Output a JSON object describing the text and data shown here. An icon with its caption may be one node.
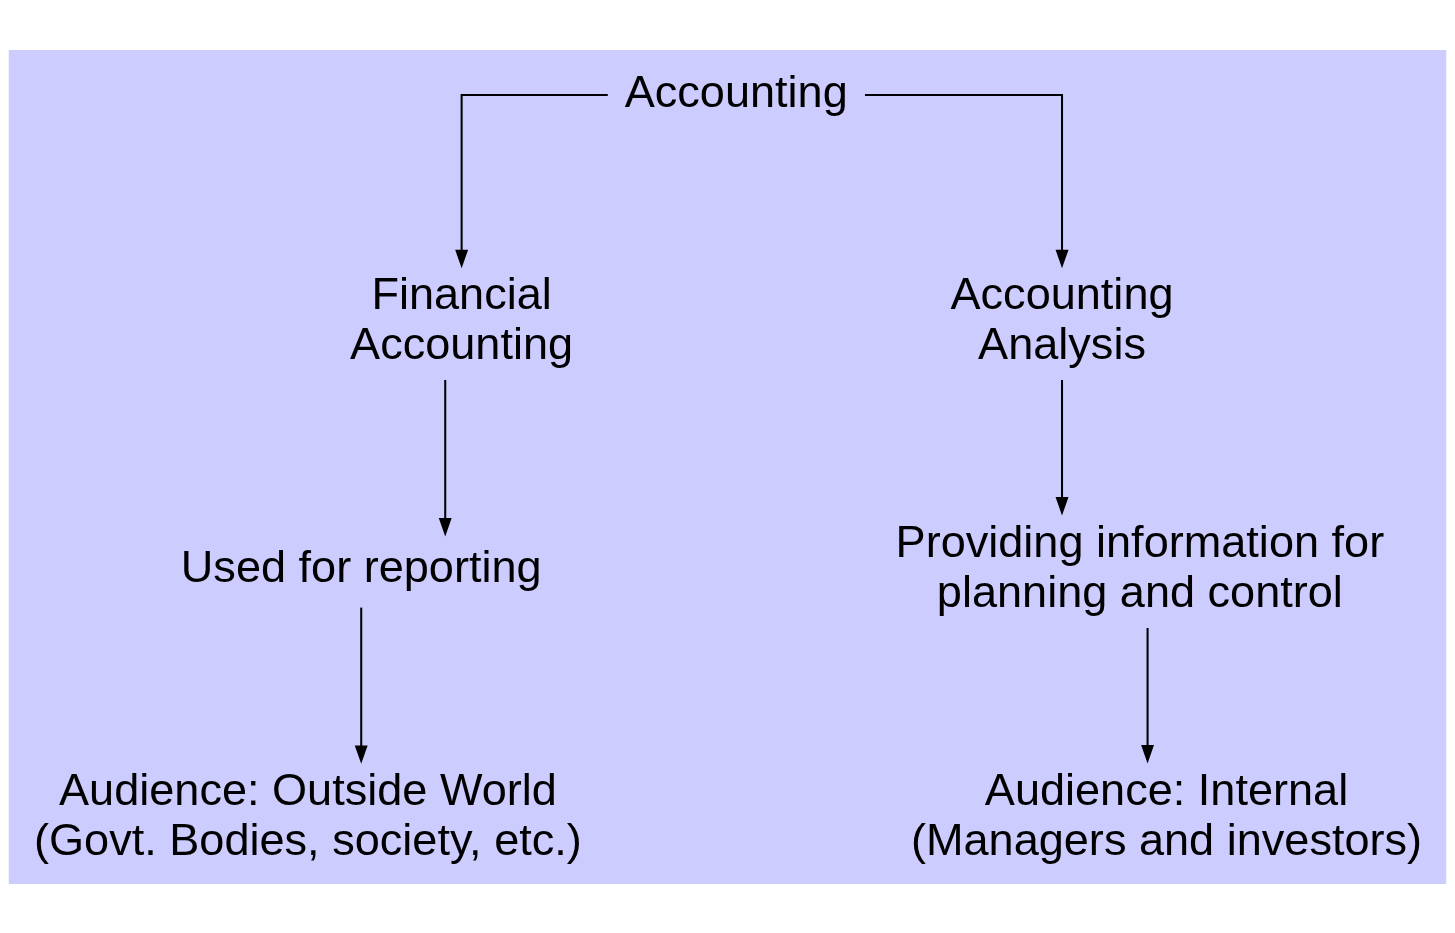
{
  "diagram": {
    "nodes": [
      {
        "text": [
          "Accounting"
        ]
      },
      {
        "text": [
          "Financial Accounting"
        ]
      },
      {
        "text": [
          "Accounting Analysis"
        ]
      },
      {
        "text": [
          "Used for reporting"
        ]
      },
      {
        "text": [
          "Providing information for planning and control"
        ]
      },
      {
        "text": [
          "Audience: Outside World",
          "(Govt. Bodies, society, etc.)"
        ]
      },
      {
        "text": [
          "Audience: Internal",
          "(Managers and investors)"
        ]
      }
    ],
    "edges": [
      {
        "from": 0,
        "to": 1,
        "arrow": "to"
      },
      {
        "from": 0,
        "to": 2,
        "arrow": "to"
      },
      {
        "from": 1,
        "to": 3,
        "arrow": "to"
      },
      {
        "from": 3,
        "to": 5,
        "arrow": "to"
      },
      {
        "from": 2,
        "to": 4,
        "arrow": "to"
      },
      {
        "from": 4,
        "to": 6,
        "arrow": "to"
      }
    ]
  }
}
